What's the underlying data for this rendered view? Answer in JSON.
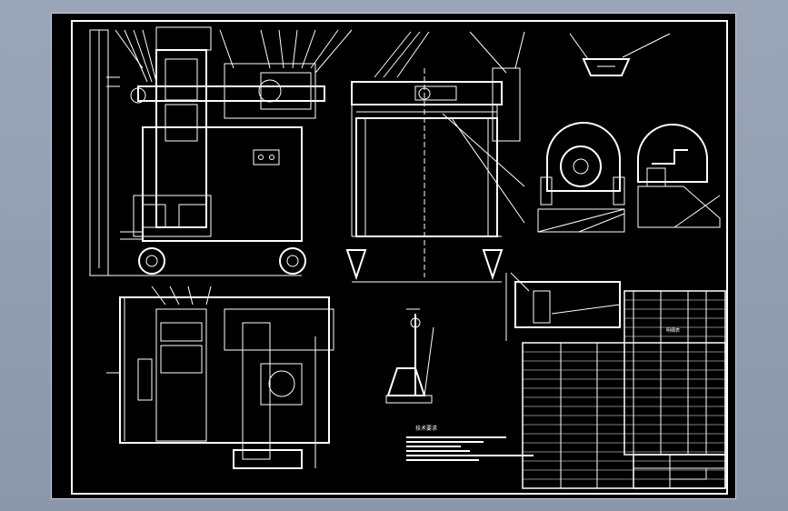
{
  "drawing": {
    "background_color": "#000000",
    "line_color": "#ffffff",
    "viewport_color": "#8f9bb0",
    "views": [
      "front-elevation",
      "side-elevation",
      "funnel-detail",
      "section-a",
      "section-b",
      "plan-view",
      "cylinder-detail",
      "sectional-detail",
      "technical-notes",
      "parts-list",
      "title-block"
    ],
    "notes": {
      "label": "技术要求"
    },
    "parts_list": {
      "label": "明细表"
    }
  }
}
